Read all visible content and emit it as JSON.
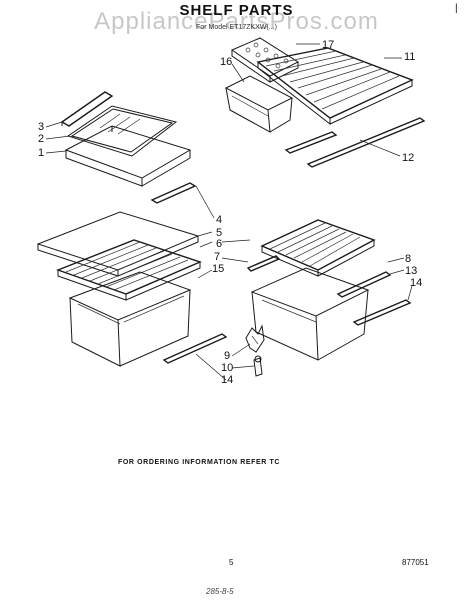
{
  "header": {
    "title": "SHELF PARTS",
    "watermark": "AppliancePartsPros.com",
    "model_line": "For Model ET17ZKXW(...)"
  },
  "callouts": [
    "1",
    "2",
    "3",
    "4",
    "5",
    "6",
    "7",
    "8",
    "9",
    "10",
    "11",
    "12",
    "13",
    "14",
    "14",
    "15",
    "16",
    "17"
  ],
  "footer": {
    "ordering_note": "FOR ORDERING INFORMATION REFER TC",
    "page_number": "5",
    "catalog_code": "877051",
    "handwritten": "285-8-5",
    "corner_mark": "|"
  }
}
